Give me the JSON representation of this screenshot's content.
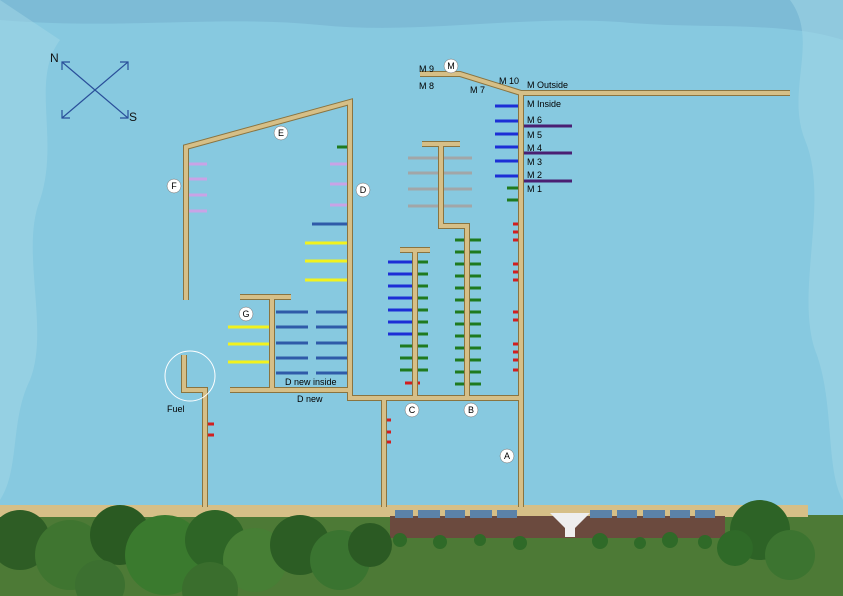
{
  "compass": {
    "north": "N",
    "south": "S"
  },
  "dock_markers": [
    "A",
    "B",
    "C",
    "D",
    "E",
    "F",
    "G",
    "M"
  ],
  "labels": {
    "m9": "M 9",
    "m8": "M 8",
    "m7": "M 7",
    "m10": "M 10",
    "m_outside": "M Outside",
    "m_inside": "M Inside",
    "m6": "M 6",
    "m5": "M 5",
    "m4": "M 4",
    "m3": "M 3",
    "m2": "M 2",
    "m1": "M 1",
    "fuel": "Fuel",
    "d_new_inside": "D new inside",
    "d_new": "D new"
  },
  "colors": {
    "water": "#87c9e0",
    "sky_edge": "#6fa8c4",
    "dock": "#d6bf87",
    "dock_stroke": "#8a7440",
    "slip_blue": "#1c2fd6",
    "slip_navy": "#2f5aa8",
    "slip_green": "#1f7a1f",
    "slip_gray": "#a2a6a8",
    "slip_yellow": "#f2f21e",
    "slip_lilac": "#c9a3e6",
    "slip_purple": "#4a1f72",
    "slip_red": "#d11f1f",
    "land": "#4d7a36",
    "building": "#6b4a3e"
  }
}
